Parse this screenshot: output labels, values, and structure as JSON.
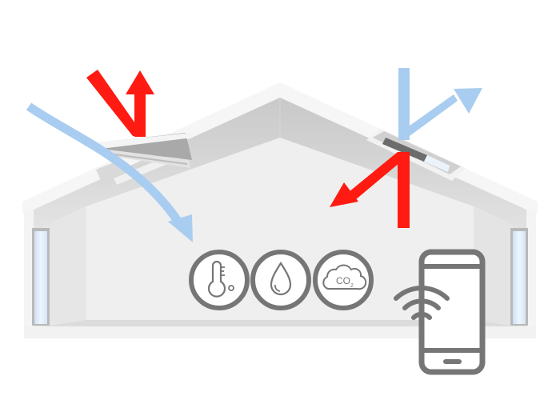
{
  "scene": {
    "title": "Smart ventilation house illustration",
    "colors": {
      "background": "#ffffff",
      "interior_wall": "#efefef",
      "ceiling_shade": "#d4d4d4",
      "roof_edge": "#f7f7f7",
      "warm_air": "#ff1a12",
      "cool_air": "#a9cdf0",
      "icon_stroke": "#767676"
    }
  },
  "windows": [
    {
      "name": "left-roof-window",
      "state": "open-hinged"
    },
    {
      "name": "right-roof-window",
      "state": "open-ventilation-slot"
    }
  ],
  "airflow": {
    "left": {
      "warm_out": "red-up-arrow",
      "warm_in": "red-down-stroke",
      "cool_in": "blue-curved-arrow-down"
    },
    "right": {
      "cool_in": "blue-down-stroke",
      "cool_out": "blue-arrow-up-right",
      "warm_in": "red-arrow-down-left"
    }
  },
  "sensors": [
    {
      "icon": "thermometer-icon",
      "label": ""
    },
    {
      "icon": "humidity-drop-icon",
      "label": ""
    },
    {
      "icon": "co2-cloud-icon",
      "label": "CO",
      "subscript": "2"
    }
  ],
  "device": {
    "icon": "smartphone-wifi-icon"
  }
}
